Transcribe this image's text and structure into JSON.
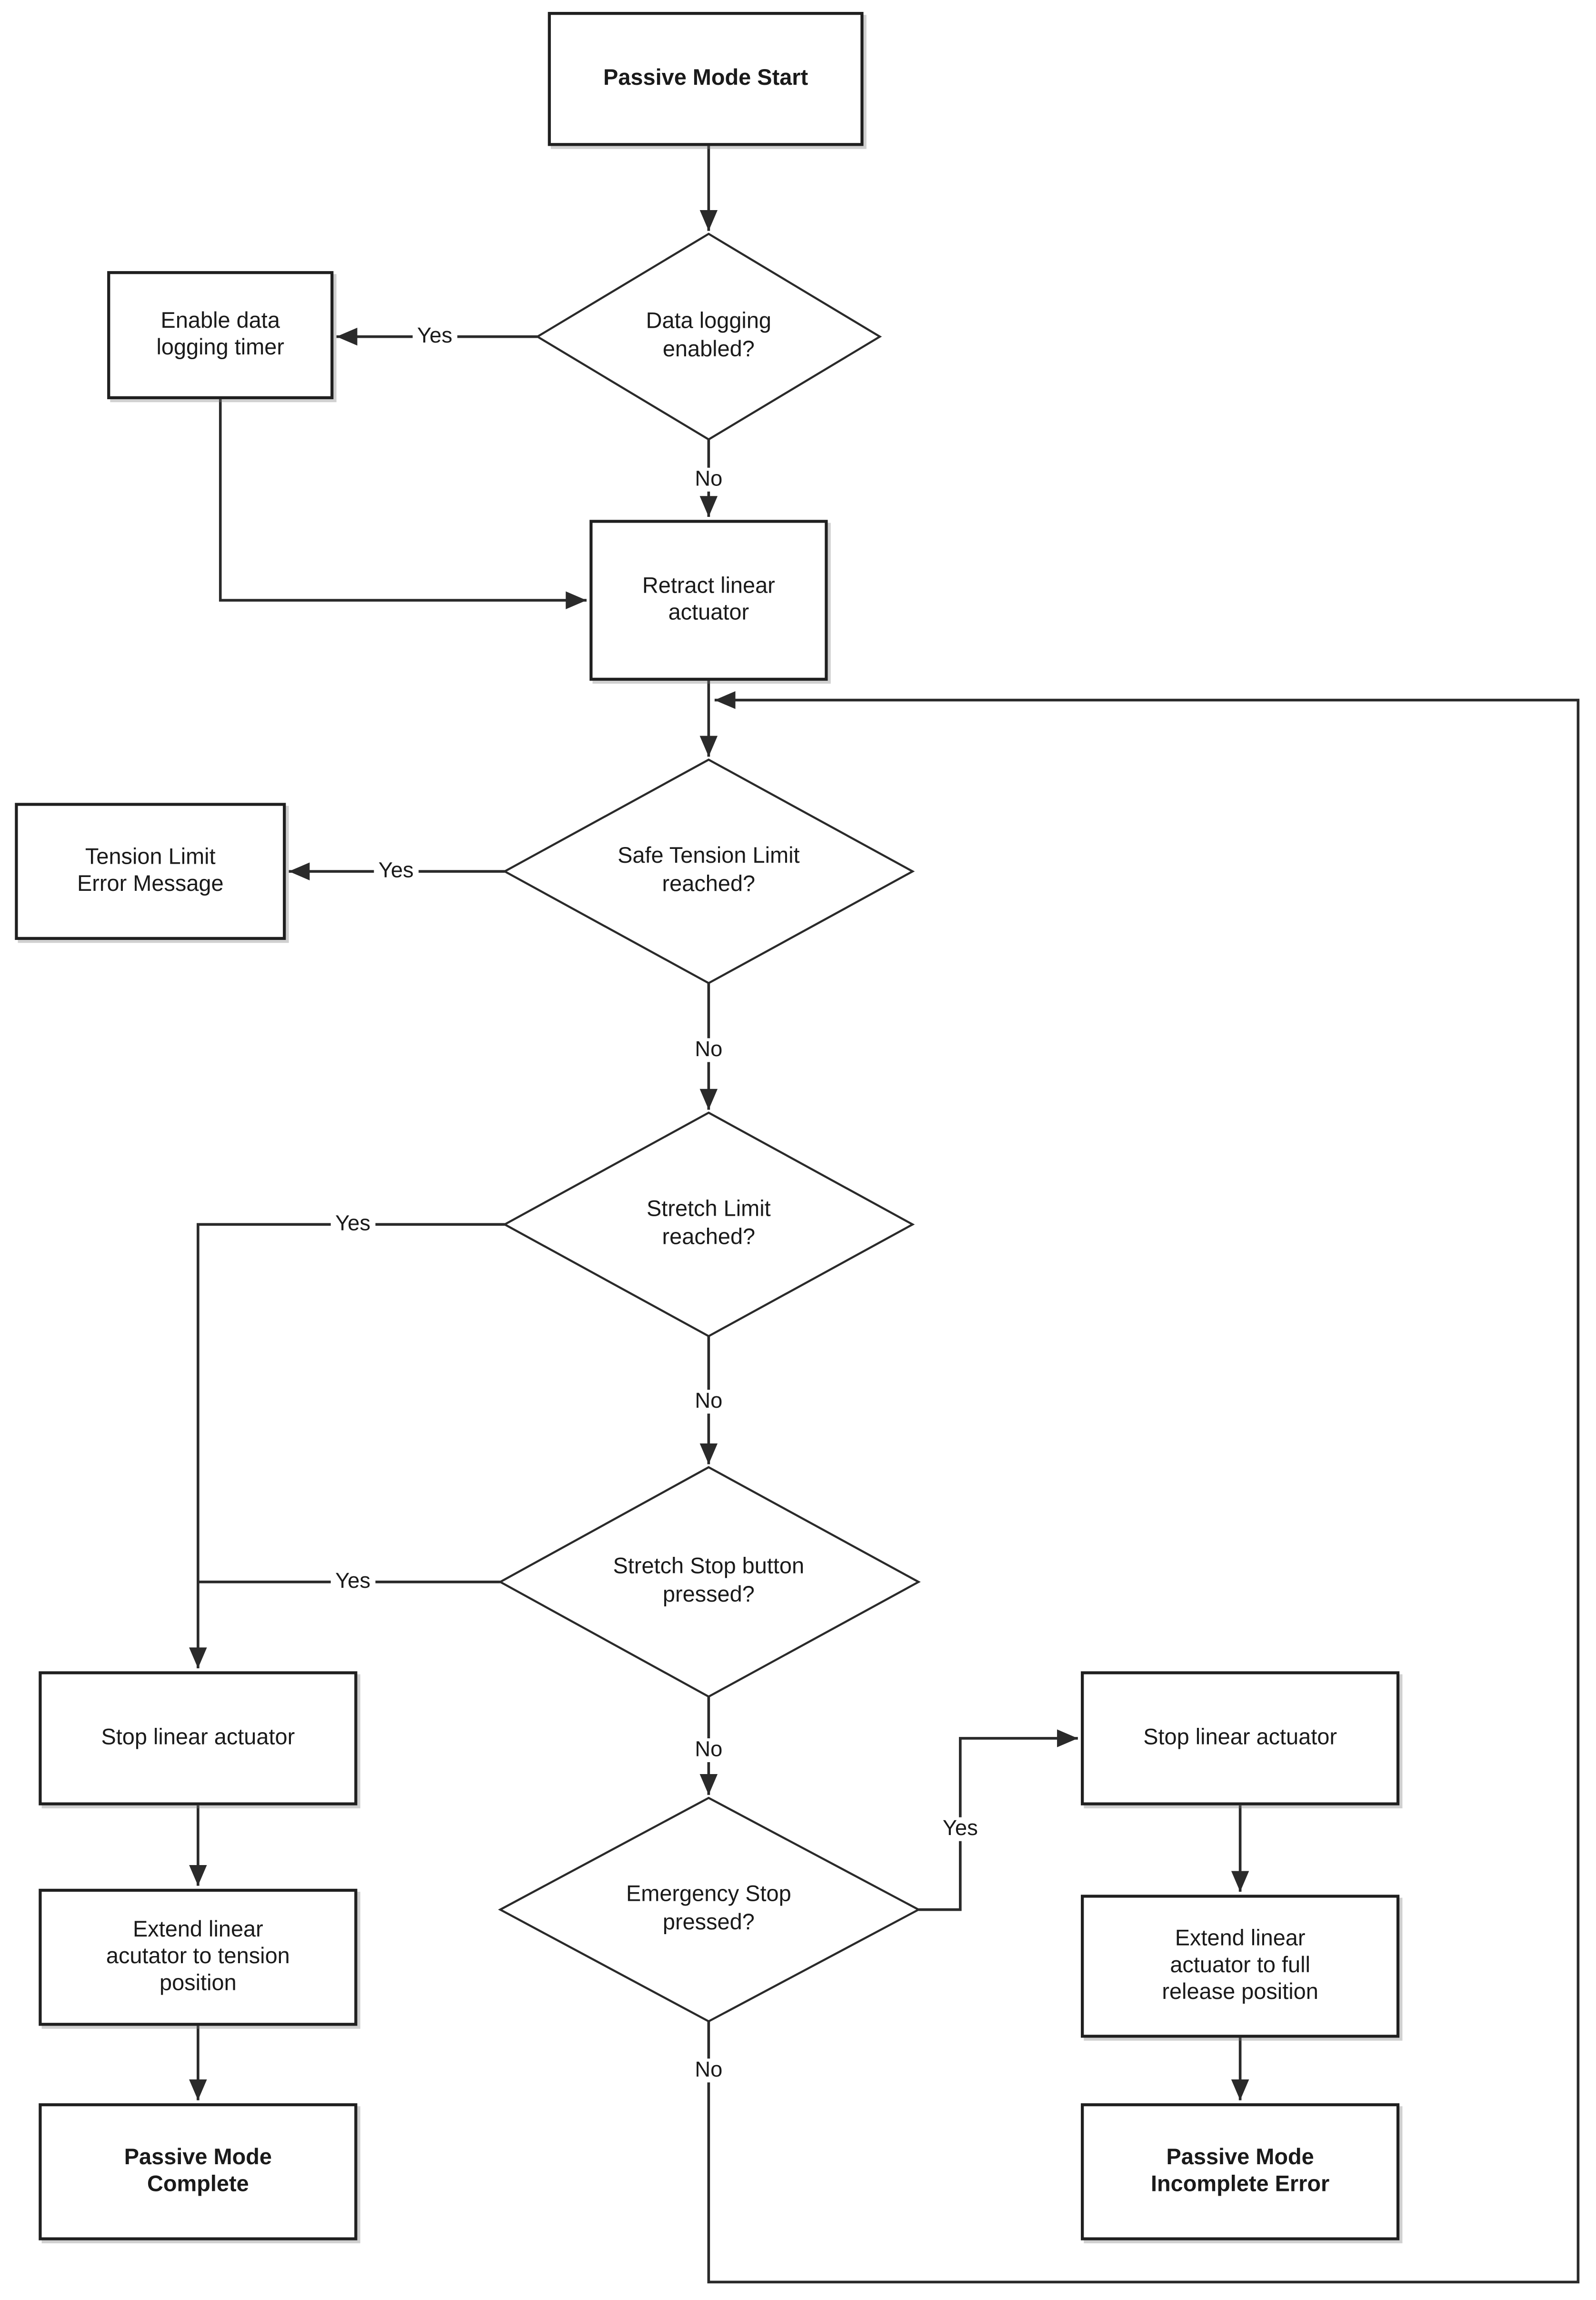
{
  "nodes": {
    "start": {
      "label": "Passive Mode Start"
    },
    "data_logging": {
      "label": "Data logging enabled?"
    },
    "enable_timer": {
      "label": "Enable data logging timer"
    },
    "retract": {
      "label": "Retract linear actuator"
    },
    "safe_tension": {
      "label": "Safe Tension Limit reached?"
    },
    "tension_error": {
      "label": "Tension Limit Error Message"
    },
    "stretch_limit": {
      "label": "Stretch Limit reached?"
    },
    "stretch_stop": {
      "label": "Stretch Stop button pressed?"
    },
    "stop_left": {
      "label": "Stop linear actuator"
    },
    "extend_tension": {
      "label": "Extend linear acutator to tension position"
    },
    "complete": {
      "label": "Passive Mode Complete"
    },
    "emergency": {
      "label": "Emergency Stop pressed?"
    },
    "stop_right": {
      "label": "Stop linear actuator"
    },
    "extend_release": {
      "label": "Extend linear actuator to full release position"
    },
    "incomplete": {
      "label": "Passive Mode Incomplete Error"
    }
  },
  "edge_labels": {
    "data_logging_yes": "Yes",
    "data_logging_no": "No",
    "safe_tension_yes": "Yes",
    "safe_tension_no": "No",
    "stretch_limit_yes": "Yes",
    "stretch_limit_no": "No",
    "stretch_stop_yes": "Yes",
    "stretch_stop_no": "No",
    "emergency_yes": "Yes",
    "emergency_no": "No"
  },
  "colors": {
    "background": "#ffffff",
    "line": "#2a2a2a",
    "node_border": "#1f1f1f",
    "text": "#1a1a1a"
  }
}
